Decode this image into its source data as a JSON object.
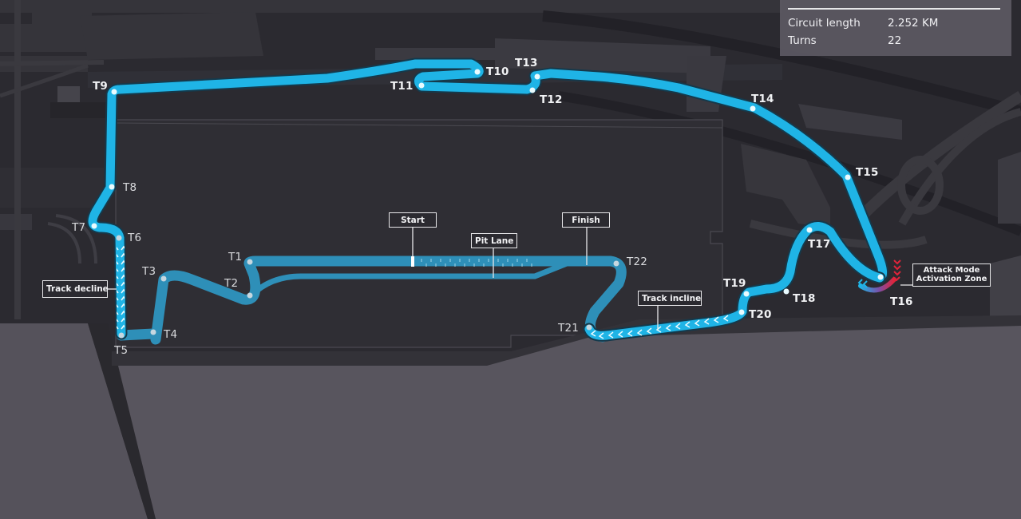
{
  "info_panel": {
    "rows": [
      {
        "label": "Circuit length",
        "value": "2.252 KM"
      },
      {
        "label": "Turns",
        "value": "22"
      }
    ]
  },
  "callouts": {
    "start": "Start",
    "pit_lane": "Pit Lane",
    "finish": "Finish",
    "track_decline": "Track decline",
    "track_incline": "Track incline",
    "attack_mode_line1": "Attack Mode",
    "attack_mode_line2": "Activation Zone"
  },
  "turns": {
    "t1": "T1",
    "t2": "T2",
    "t3": "T3",
    "t4": "T4",
    "t5": "T5",
    "t6": "T6",
    "t7": "T7",
    "t8": "T8",
    "t9": "T9",
    "t10": "T10",
    "t11": "T11",
    "t12": "T12",
    "t13": "T13",
    "t14": "T14",
    "t15": "T15",
    "t16": "T16",
    "t17": "T17",
    "t18": "T18",
    "t19": "T19",
    "t20": "T20",
    "t21": "T21",
    "t22": "T22"
  },
  "colors": {
    "background": "#2b2a30",
    "land": "#58555e",
    "track_upper": "#1fb4e6",
    "track_lower": "#2e8fb8",
    "attack_zone": "#e0243a",
    "label": "#f1f2f4"
  }
}
